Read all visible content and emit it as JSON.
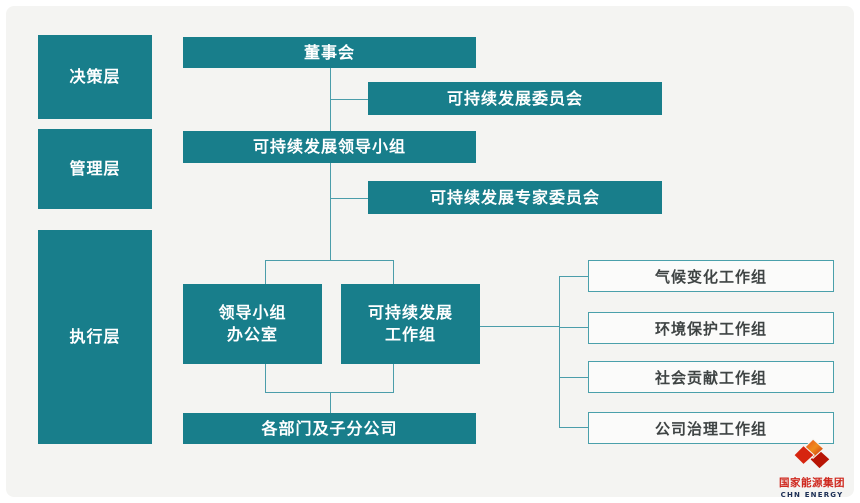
{
  "layers": [
    {
      "label": "决策层"
    },
    {
      "label": "管理层"
    },
    {
      "label": "执行层"
    }
  ],
  "nodes": {
    "board": "董事会",
    "sd_committee": "可持续发展委员会",
    "sd_leading_group": "可持续发展领导小组",
    "sd_expert_committee": "可持续发展专家委员会",
    "office_l1": "领导小组",
    "office_l2": "办公室",
    "working_group_l1": "可持续发展",
    "working_group_l2": "工作组",
    "departments": "各部门及子分公司"
  },
  "working_groups": [
    "气候变化工作组",
    "环境保护工作组",
    "社会贡献工作组",
    "公司治理工作组"
  ],
  "logo": {
    "cn": "国家能源集团",
    "en": "CHN ENERGY"
  },
  "colors": {
    "teal": "#187E8B",
    "background": "#f4f4f2",
    "line": "#4b9daa",
    "box_border": "#4aa0ab",
    "box_text": "#3f4444",
    "logo_red": "#cf281e",
    "logo_navy": "#1c2f55"
  }
}
